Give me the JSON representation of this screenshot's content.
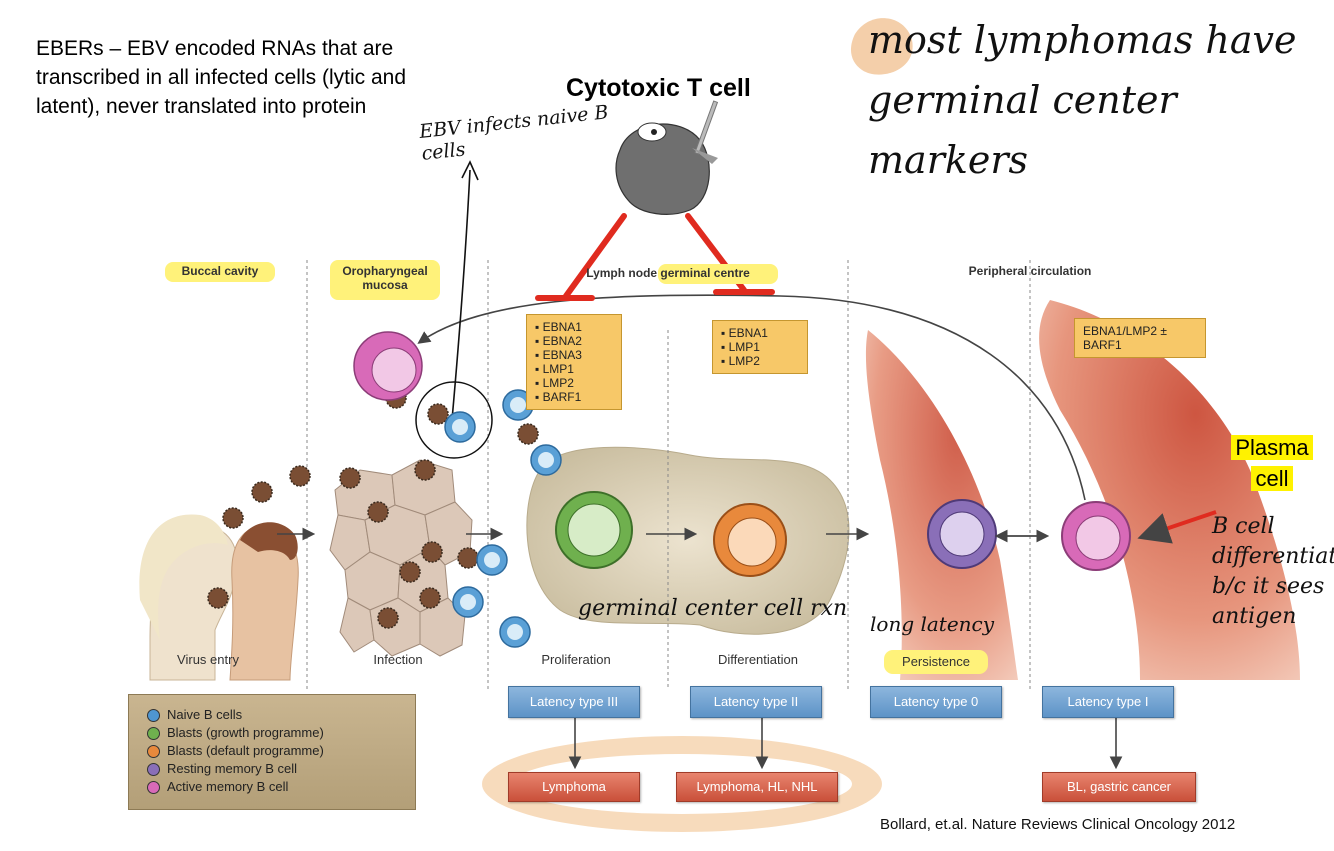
{
  "intro_text": "EBERs – EBV encoded RNAs that are transcribed in all infected cells (lytic and latent), never translated into protein",
  "cytotoxic_title": "Cytotoxic T cell",
  "handwritten": {
    "ebv_infects": "EBV infects naive B cells",
    "most_lymphomas": "most lymphomas have germinal center markers",
    "germinal_reaction": "germinal center cell rxn",
    "long_latency": "long latency",
    "b_cell_diff": "B cell differentiates b/c it sees antigen"
  },
  "headers": {
    "buccal": "Buccal cavity",
    "oropharyngeal": "Oropharyngeal mucosa",
    "lymph_node": "Lymph node germinal centre",
    "peripheral": "Peripheral circulation"
  },
  "stages": [
    "Virus entry",
    "Infection",
    "Proliferation",
    "Differentiation",
    "Persistence"
  ],
  "latency": [
    "Latency type III",
    "Latency type II",
    "Latency type 0",
    "Latency type I"
  ],
  "diseases": [
    "Lymphoma",
    "Lymphoma, HL, NHL",
    "BL, gastric cancer"
  ],
  "gene_boxes": {
    "box1": [
      "EBNA1",
      "EBNA2",
      "EBNA3",
      "LMP1",
      "LMP2",
      "BARF1"
    ],
    "box2": [
      "EBNA1",
      "LMP1",
      "LMP2"
    ],
    "box3": "EBNA1/LMP2 ± BARF1"
  },
  "legend": [
    {
      "label": "Naive B cells",
      "color": "#4f96d1"
    },
    {
      "label": "Blasts (growth programme)",
      "color": "#6fb04e"
    },
    {
      "label": "Blasts (default programme)",
      "color": "#e8893c"
    },
    {
      "label": "Resting memory B cell",
      "color": "#8a6fb8"
    },
    {
      "label": "Active memory B cell",
      "color": "#d86ab8"
    }
  ],
  "plasma_label": [
    "Plasma",
    "cell"
  ],
  "citation": "Bollard, et.al. Nature Reviews Clinical Oncology 2012",
  "colors": {
    "highlight": "#fff27a",
    "annotation_orange": "#f2c79b",
    "inhibit_red": "#e02b1f"
  }
}
